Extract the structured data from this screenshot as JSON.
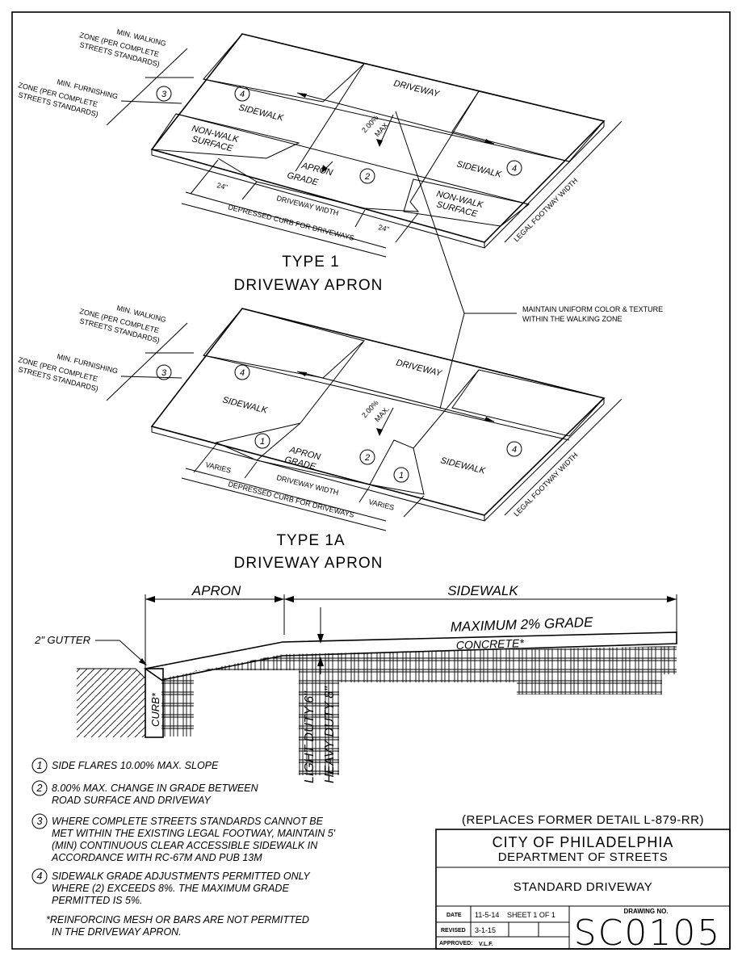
{
  "type1": {
    "title_line1": "TYPE 1",
    "title_line2": "DRIVEWAY APRON",
    "walking_zone": [
      "MIN. WALKING",
      "ZONE (PER COMPLETE",
      "STREETS STANDARDS)"
    ],
    "furnishing_zone": [
      "MIN. FURNISHING",
      "ZONE (PER COMPLETE",
      "STREETS STANDARDS)"
    ],
    "driveway": "DRIVEWAY",
    "sidewalk": "SIDEWALK",
    "non_walk": [
      "NON-WALK",
      "SURFACE"
    ],
    "apron_grade": [
      "APRON",
      "GRADE"
    ],
    "slope": [
      "2.00%",
      "MAX."
    ],
    "dim_24": "24\"",
    "driveway_width": "DRIVEWAY WIDTH",
    "depressed_curb": "DEPRESSED CURB FOR DRIVEWAYS",
    "legal_footway": "LEGAL FOOTWAY WIDTH",
    "marks": [
      "3",
      "4",
      "2",
      "4"
    ]
  },
  "type1a": {
    "title_line1": "TYPE 1A",
    "title_line2": "DRIVEWAY APRON",
    "walking_zone": [
      "MIN. WALKING",
      "ZONE (PER COMPLETE",
      "STREETS STANDARDS)"
    ],
    "furnishing_zone": [
      "MIN. FURNISHING",
      "ZONE (PER COMPLETE",
      "STREETS STANDARDS)"
    ],
    "driveway": "DRIVEWAY",
    "sidewalk": "SIDEWALK",
    "apron_grade": [
      "APRON",
      "GRADE"
    ],
    "slope": [
      "2.00%",
      "MAX."
    ],
    "varies": "VARIES",
    "driveway_width": "DRIVEWAY WIDTH",
    "depressed_curb": "DEPRESSED CURB FOR DRIVEWAYS",
    "legal_footway": "LEGAL FOOTWAY WIDTH",
    "marks": [
      "3",
      "4",
      "1",
      "2",
      "1",
      "4"
    ]
  },
  "callout": [
    "MAINTAIN UNIFORM COLOR & TEXTURE",
    "WITHIN THE WALKING ZONE"
  ],
  "section": {
    "apron": "APRON",
    "sidewalk": "SIDEWALK",
    "max_grade": "MAXIMUM 2% GRADE",
    "concrete": "CONCRETE*",
    "gutter": "2\" GUTTER",
    "curb": "CURB*",
    "light_duty": "LIGHT DUTY 6\"",
    "heavy_duty": "HEAVY DUTY 8\""
  },
  "notes": [
    {
      "num": "1",
      "lines": [
        "SIDE FLARES 10.00% MAX. SLOPE"
      ]
    },
    {
      "num": "2",
      "lines": [
        "8.00% MAX. CHANGE IN GRADE BETWEEN",
        "ROAD SURFACE AND DRIVEWAY"
      ]
    },
    {
      "num": "3",
      "lines": [
        "WHERE COMPLETE STREETS STANDARDS CANNOT BE",
        "MET WITHIN THE EXISTING LEGAL FOOTWAY, MAINTAIN 5'",
        "(MIN) CONTINUOUS CLEAR ACCESSIBLE SIDEWALK IN",
        "ACCORDANCE WITH RC-67M AND PUB 13M"
      ]
    },
    {
      "num": "4",
      "lines": [
        "SIDEWALK GRADE ADJUSTMENTS PERMITTED ONLY",
        "WHERE  (2)  EXCEEDS 8%. THE MAXIMUM GRADE",
        "PERMITTED IS 5%."
      ]
    }
  ],
  "footnote": [
    "*REINFORCING MESH OR BARS ARE NOT PERMITTED",
    "IN THE DRIVEWAY APRON."
  ],
  "title_block": {
    "replaces": "(REPLACES FORMER DETAIL L-879-RR)",
    "city": "CITY OF PHILADELPHIA",
    "department": "DEPARTMENT OF STREETS",
    "drawing_title": "STANDARD DRIVEWAY",
    "date_label": "DATE",
    "date_value": "11-5-14",
    "sheet": "SHEET 1 OF 1",
    "revised_label": "REVISED",
    "revised_value": "3-1-15",
    "approved_label": "APPROVED:",
    "approved_value": "V.L.F.",
    "drawing_no_label": "DRAWING NO.",
    "drawing_no": "SC0105"
  }
}
